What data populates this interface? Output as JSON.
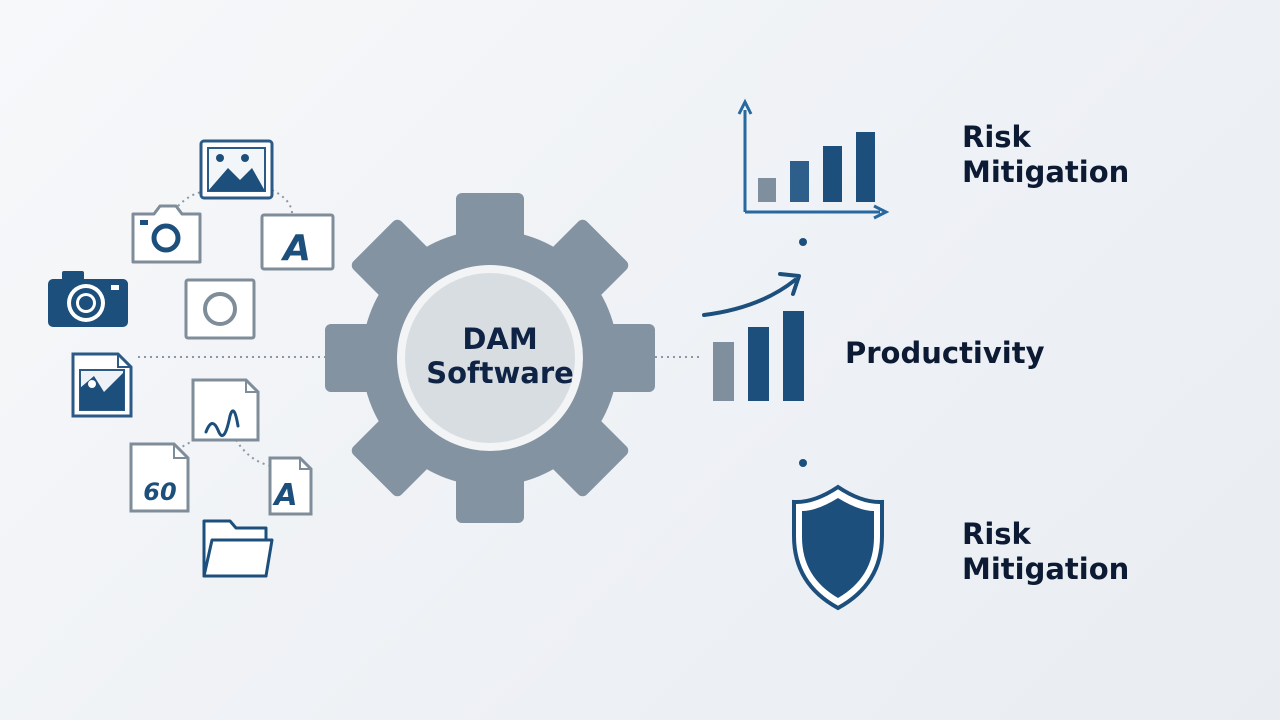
{
  "center": {
    "line1": "DAM",
    "line2": "Software"
  },
  "outcomes": [
    {
      "line1": "Risk",
      "line2": "Mitigation",
      "icon": "bar-chart-icon"
    },
    {
      "line1": "Productivity",
      "icon": "rising-bars-icon"
    },
    {
      "line1": "Risk",
      "line2": "Mitigation",
      "icon": "shield-icon"
    }
  ],
  "asset_icons": {
    "text_file_1": "A",
    "text_file_2": "A",
    "doc_60": "60"
  },
  "colors": {
    "navy": "#1d4f7c",
    "blue": "#2668a0",
    "gear": "#8393a1",
    "hub": "#d8dde2",
    "line": "#8a97a5"
  }
}
